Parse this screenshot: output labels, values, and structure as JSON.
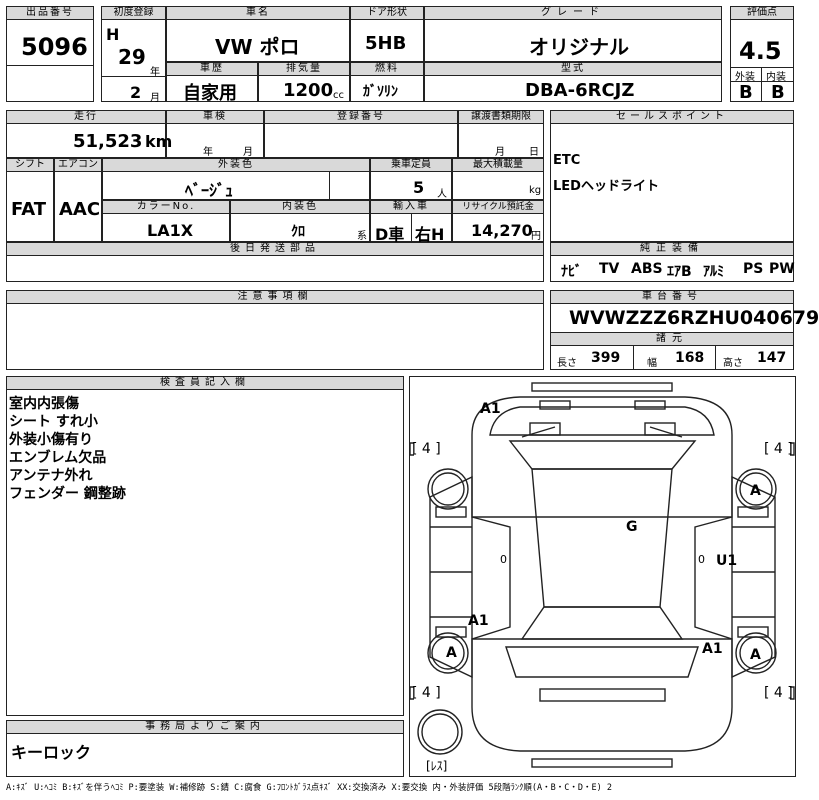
{
  "lot": {
    "label": "出品番号",
    "value": "5096"
  },
  "first_reg": {
    "label": "初度登録",
    "era": "H",
    "year": "29",
    "year_unit": "年",
    "month": "2",
    "month_unit": "月"
  },
  "car_name": {
    "label": "車名",
    "value": "VW ポロ"
  },
  "door": {
    "label": "ドア形状",
    "value": "5HB"
  },
  "grade": {
    "label": "グレード",
    "value": "オリジナル"
  },
  "score": {
    "label": "評価点",
    "value": "4.5",
    "ext_label": "外装",
    "int_label": "内装",
    "ext": "B",
    "int": "B"
  },
  "history": {
    "label": "車歴",
    "value": "自家用"
  },
  "displacement": {
    "label": "排気量",
    "value": "1200",
    "unit": "cc"
  },
  "fuel": {
    "label": "燃料",
    "value": "ｶﾞｿﾘﾝ"
  },
  "model": {
    "label": "型式",
    "value": "DBA-6RCJZ"
  },
  "mileage": {
    "label": "走行",
    "value": "51,523",
    "unit": "km"
  },
  "inspection": {
    "label": "車検",
    "year_unit": "年",
    "month_unit": "月"
  },
  "reg_no": {
    "label": "登録番号"
  },
  "transfer": {
    "label": "譲渡書類期限",
    "month_unit": "月",
    "day_unit": "日"
  },
  "sales_point": {
    "label": "セールスポイント",
    "lines": [
      "ETC",
      "LEDヘッドライト"
    ]
  },
  "shift": {
    "label": "シフト",
    "value": "FAT"
  },
  "aircon": {
    "label": "エアコン",
    "value": "AAC"
  },
  "ext_color": {
    "label": "外装色",
    "value": "ﾍﾞｰｼﾞｭ"
  },
  "capacity": {
    "label": "乗車定員",
    "value": "5",
    "unit": "人"
  },
  "max_load": {
    "label": "最大積載量",
    "unit": "kg"
  },
  "color_no": {
    "label": "カラーNo.",
    "value": "LA1X"
  },
  "int_color": {
    "label": "内装色",
    "value": "ｸﾛ",
    "unit": "系"
  },
  "import": {
    "label": "輸入車",
    "dealer": "D車",
    "handle": "右H"
  },
  "recycle": {
    "label": "リサイクル預託金",
    "value": "14,270",
    "unit": "円"
  },
  "later_parts": {
    "label": "後日発送部品"
  },
  "equipment": {
    "label": "純正装備",
    "items": [
      "ﾅﾋﾞ",
      "TV",
      "ABS",
      "ｴｱB",
      "ｱﾙﾐ",
      "PS",
      "PW"
    ]
  },
  "caution": {
    "label": "注意事項欄"
  },
  "chassis": {
    "label": "車台番号",
    "value": "WVWZZZ6RZHU040679"
  },
  "dims": {
    "label": "諸元",
    "length_label": "長さ",
    "length": "399",
    "width_label": "幅",
    "width": "168",
    "height_label": "高さ",
    "height": "147"
  },
  "inspector": {
    "label": "検査員記入欄",
    "notes": [
      "室内内張傷",
      "シート すれ小",
      "外装小傷有り",
      "エンブレム欠品",
      "アンテナ外れ",
      "フェンダー 鋼整跡"
    ]
  },
  "office": {
    "label": "事務局よりご案内",
    "value": "キーロック"
  },
  "diagram": {
    "marks": [
      "A1",
      "A1",
      "A1",
      "G",
      "U1",
      "A",
      "A",
      "A",
      "A"
    ],
    "tire_left_top": "[ 4 ]",
    "tire_right_top": "[ 4 ]",
    "tire_left_bottom": "[ 4 ]",
    "tire_right_bottom": "[ 4 ]",
    "spare": "[ﾚｽ]",
    "zero": "0"
  },
  "footer": "A:ｷｽﾞ U:ﾍｺﾐ B:ｷｽﾞを伴うﾍｺﾐ P:要塗装 W:補修跡 S:錆 C:腐食 G:ﾌﾛﾝﾄｶﾞﾗｽ点ｷｽﾞ XX:交換済み X:要交換  内・外装評価  5段階ﾗﾝｸ順(A・B・C・D・E) 2"
}
